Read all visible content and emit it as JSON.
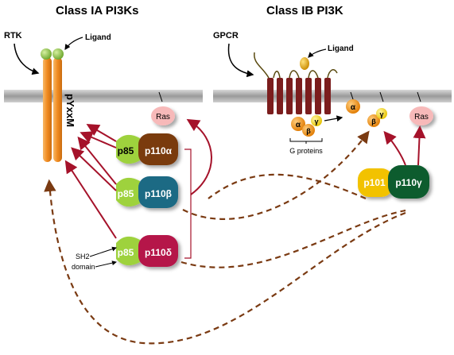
{
  "titles": {
    "class_ia": "Class IA PI3Ks",
    "class_ib": "Class IB PI3K"
  },
  "labels": {
    "rtk": "RTK",
    "ligand_ia": "Ligand",
    "gpcr": "GPCR",
    "ligand_ib": "Ligand",
    "motif": "pYxxM",
    "ras_ia": "Ras",
    "ras_ib": "Ras",
    "g_proteins": "G proteins",
    "sh2_line1": "SH2",
    "sh2_line2": "domain",
    "g_alpha": "α",
    "g_beta": "β",
    "g_gamma": "γ",
    "free_alpha": "α",
    "free_beta": "β",
    "free_gamma": "γ"
  },
  "complexes": [
    {
      "reg": "p85",
      "cat": "p110α"
    },
    {
      "reg": "p85",
      "cat": "p110β"
    },
    {
      "reg": "p85",
      "cat": "p110δ"
    }
  ],
  "class_ib_complex": {
    "reg": "p101",
    "cat": "p110γ"
  },
  "colors": {
    "membrane": "#a9a9a9",
    "receptor": "#f08a1f",
    "ligand_green": "#8dc63f",
    "ligand_gold": "#e2a800",
    "gpcr": "#7b1d1d",
    "ras": "#f7b9b9",
    "p85": "#9ed23c",
    "p110a": "#7a3b10",
    "p110b": "#1f6a84",
    "p110d": "#b5124a",
    "p101": "#f2c200",
    "p110g": "#0c5b2f",
    "arrow_red": "#a5122a",
    "arrow_dashed": "#7a3a12"
  }
}
